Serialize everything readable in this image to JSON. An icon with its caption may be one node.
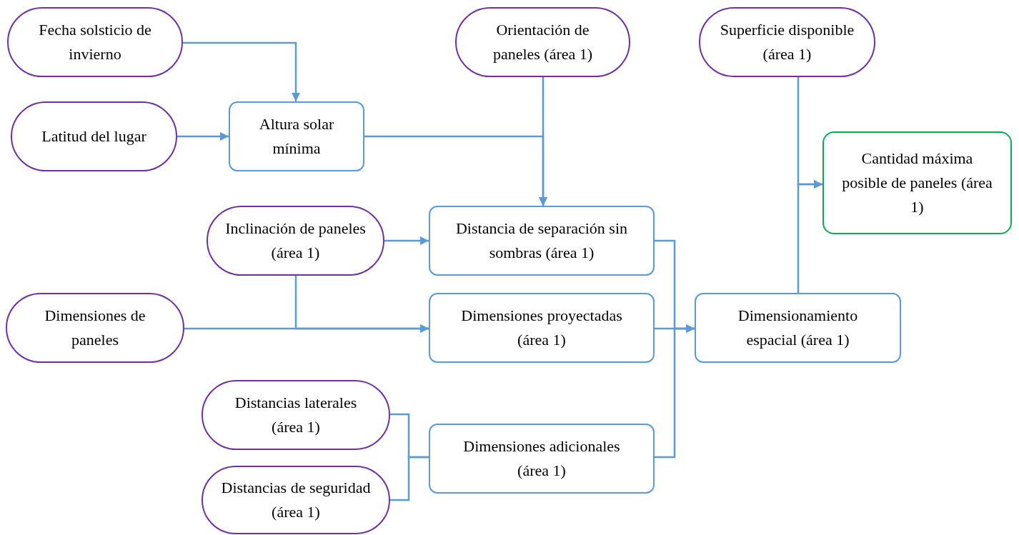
{
  "diagram": {
    "nodes": [
      {
        "text": [
          "Fecha solsticio de invierno"
        ]
      },
      {
        "text": [
          "Orientación de paneles (área 1)"
        ]
      },
      {
        "text": [
          "Superficie disponible (área 1)"
        ]
      },
      {
        "text": [
          "Latitud del lugar"
        ]
      },
      {
        "text": [
          "Altura solar mínima"
        ]
      },
      {
        "text": [
          "Cantidad máxima posible de paneles (área 1)"
        ]
      },
      {
        "text": [
          "Inclinación de paneles (área 1)"
        ]
      },
      {
        "text": [
          "Distancia de separación sin sombras (área 1)"
        ]
      },
      {
        "text": [
          "Dimensiones de paneles"
        ]
      },
      {
        "text": [
          "Dimensiones proyectadas (área 1)"
        ]
      },
      {
        "text": [
          "Dimensionamiento espacial (área 1)"
        ]
      },
      {
        "text": [
          "Distancias laterales (área 1)"
        ]
      },
      {
        "text": [
          "Dimensiones adicionales (área 1)"
        ]
      },
      {
        "text": [
          "Distancias de seguridad (área 1)"
        ]
      }
    ],
    "edges": [
      {
        "from": 0,
        "to": 4,
        "arrow": "to"
      },
      {
        "from": 3,
        "to": 4,
        "arrow": "to"
      },
      {
        "from": 4,
        "to": 7,
        "arrow": "to"
      },
      {
        "from": 1,
        "to": 7,
        "arrow": "to"
      },
      {
        "from": 6,
        "to": 7,
        "arrow": "to"
      },
      {
        "from": 6,
        "to": 9,
        "arrow": "to"
      },
      {
        "from": 8,
        "to": 9,
        "arrow": "to"
      },
      {
        "from": 7,
        "to": 10,
        "arrow": "to"
      },
      {
        "from": 9,
        "to": 10,
        "arrow": "to"
      },
      {
        "from": 12,
        "to": 10,
        "arrow": "to"
      },
      {
        "from": 11,
        "to": 12,
        "arrow": "none"
      },
      {
        "from": 13,
        "to": 12,
        "arrow": "none"
      },
      {
        "from": 10,
        "to": 5,
        "arrow": "to"
      },
      {
        "from": 2,
        "to": 5,
        "arrow": "to"
      }
    ]
  }
}
